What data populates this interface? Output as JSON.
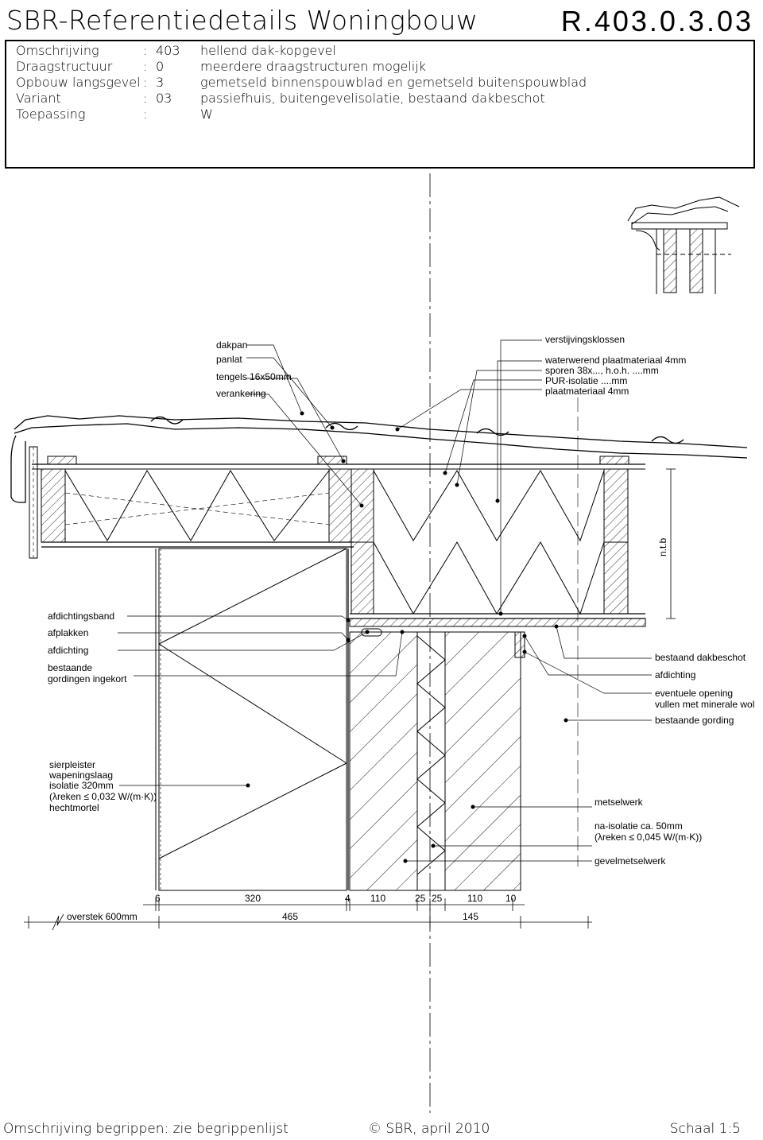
{
  "header": {
    "title": "SBR-Referentiedetails Woningbouw",
    "code": "R.403.0.3.03",
    "rows": [
      {
        "key": "Omschrijving",
        "colon": ":",
        "num": "403",
        "desc": "hellend dak-kopgevel"
      },
      {
        "key": "Draagstructuur",
        "colon": ":",
        "num": "0",
        "desc": "meerdere draagstructuren mogelijk"
      },
      {
        "key": "Opbouw langsgevel",
        "colon": ":",
        "num": "3",
        "desc": "gemetseld binnenspouwblad en gemetseld buitenspouwblad"
      },
      {
        "key": "Variant",
        "colon": ":",
        "num": "03",
        "desc": "passiefhuis, buitengevelisolatie, bestaand dakbeschot"
      },
      {
        "key": "Toepassing",
        "colon": ":",
        "num": "",
        "desc": "W"
      }
    ]
  },
  "labels": {
    "top_left": [
      "dakpan",
      "panlat",
      "tengels 16x50mm",
      "verankering"
    ],
    "top_right": [
      "verstijvingsklossen",
      "waterwerend plaatmateriaal 4mm",
      "sporen 38x..., h.o.h. ....mm",
      "PUR-isolatie ....mm",
      "plaatmateriaal 4mm"
    ],
    "left_mid": [
      "afdichtingsband",
      "afplakken",
      "afdichting",
      "bestaande",
      "gordingen ingekort"
    ],
    "right_mid": [
      "bestaand dakbeschot",
      "afdichting",
      "eventuele opening",
      "vullen met minerale wol",
      "bestaande gording"
    ],
    "left_low": [
      "sierpleister",
      "wapeningslaag",
      "isolatie 320mm",
      "(λreken ≤ 0,032 W/(m·K))",
      "hechtmortel"
    ],
    "right_low": [
      "metselwerk",
      "na-isolatie ca. 50mm",
      "(λreken ≤ 0,045 W/(m·K))",
      "gevelmetselwerk"
    ],
    "ntb": "n.t.b"
  },
  "dimensions": {
    "row1": [
      "6",
      "320",
      "4",
      "110",
      "25",
      "25",
      "110",
      "10"
    ],
    "row2": [
      "overstek 600mm",
      "465",
      "145"
    ]
  },
  "footer": {
    "left": "Omschrijving begrippen: zie begrippenlijst",
    "center": "© SBR, april 2010",
    "right": "Schaal 1:5"
  }
}
